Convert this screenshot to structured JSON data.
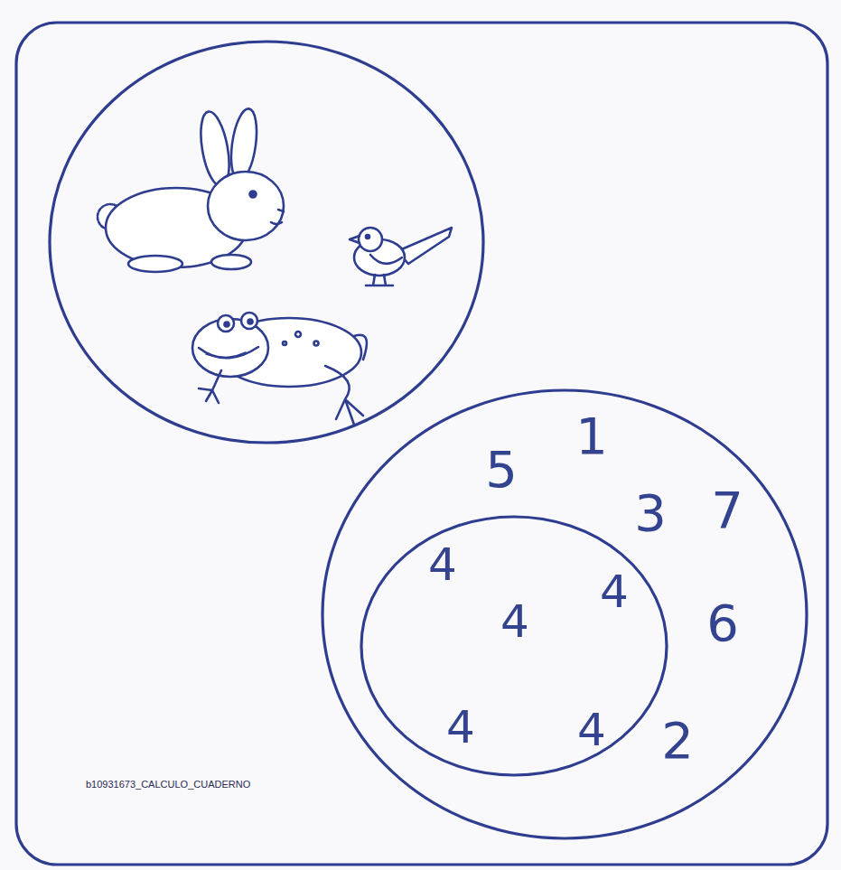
{
  "diagram": {
    "nodes": [
      {
        "text": [
          "5",
          "1",
          "3",
          "7",
          "6",
          "2"
        ]
      },
      {
        "text": [
          "4",
          "4",
          "4",
          "4",
          "4"
        ],
        "in": 0
      }
    ],
    "labels": [
      "b10931673_CALCULO_CUADERNO"
    ]
  }
}
